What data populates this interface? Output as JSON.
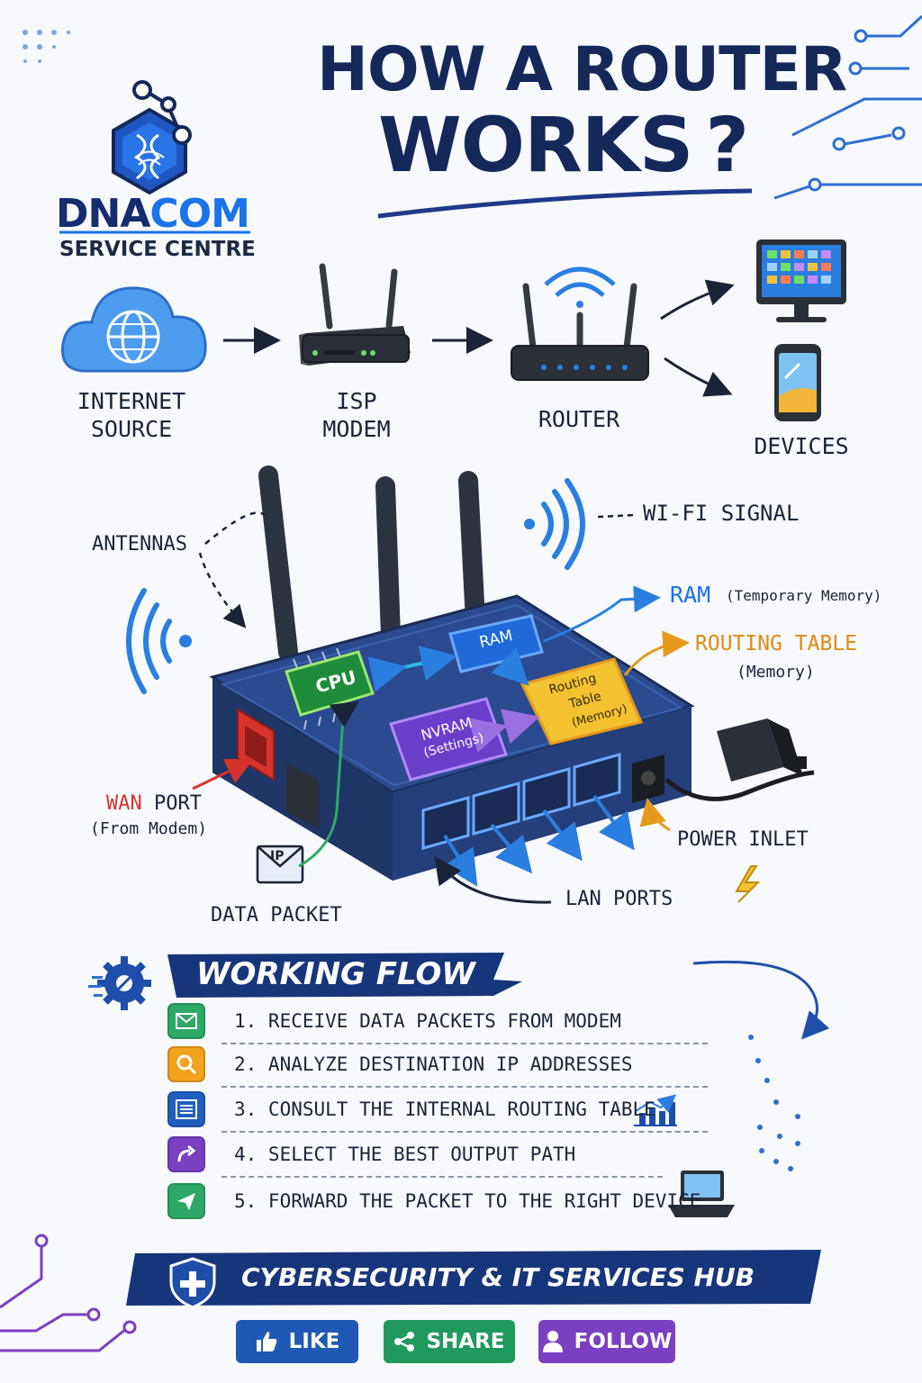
{
  "title": {
    "line1": "HOW A ROUTER",
    "line2": "WORKS",
    "mark": "?"
  },
  "brand": {
    "name_part1": "DNA",
    "name_part2": "COM",
    "subtitle": "SERVICE CENTRE"
  },
  "flow": {
    "internet": "INTERNET\nSOURCE",
    "modem": "ISP\nMODEM",
    "router": "ROUTER",
    "devices": "DEVICES"
  },
  "diagram": {
    "antennas": "ANTENNAS",
    "wifi_signal": "WI-FI SIGNAL",
    "ram_label": "RAM",
    "ram_note": "(Temporary Memory)",
    "routing_table_label": "ROUTING TABLE",
    "routing_table_note": "(Memory)",
    "wan_label_1": "WAN",
    "wan_label_2": "PORT",
    "wan_note": "(From Modem)",
    "power_inlet": "POWER INLET",
    "lan_ports": "LAN PORTS",
    "data_packet": "DATA PACKET",
    "packet_tag": "IP",
    "chip_cpu": "CPU",
    "chip_ram": "RAM",
    "chip_nvram": "NVRAM",
    "chip_nvram_sub": "(Settings)",
    "chip_rt_1": "Routing",
    "chip_rt_2": "Table",
    "chip_rt_3": "(Memory)"
  },
  "working_flow": {
    "title": "WORKING FLOW",
    "steps": [
      {
        "text": "1. RECEIVE DATA PACKETS FROM MODEM",
        "icon": "envelope-icon",
        "color": "#2ea866"
      },
      {
        "text": "2. ANALYZE DESTINATION IP ADDRESSES",
        "icon": "magnifier-icon",
        "color": "#f2a31c"
      },
      {
        "text": "3. CONSULT THE INTERNAL ROUTING TABLE",
        "icon": "list-icon",
        "color": "#1f5fbf"
      },
      {
        "text": "4. SELECT THE BEST OUTPUT PATH",
        "icon": "route-arrow-icon",
        "color": "#7b3fc2"
      },
      {
        "text": "5. FORWARD THE PACKET TO THE RIGHT DEVICE",
        "icon": "send-icon",
        "color": "#2ea866"
      }
    ]
  },
  "banner": {
    "text": "CYBERSECURITY & IT SERVICES HUB"
  },
  "buttons": {
    "like": "LIKE",
    "share": "SHARE",
    "follow": "FOLLOW"
  },
  "colors": {
    "navy": "#14285a",
    "blue": "#1a73e8",
    "router_body": "#2a4a8f",
    "wan_red": "#d6332b"
  }
}
